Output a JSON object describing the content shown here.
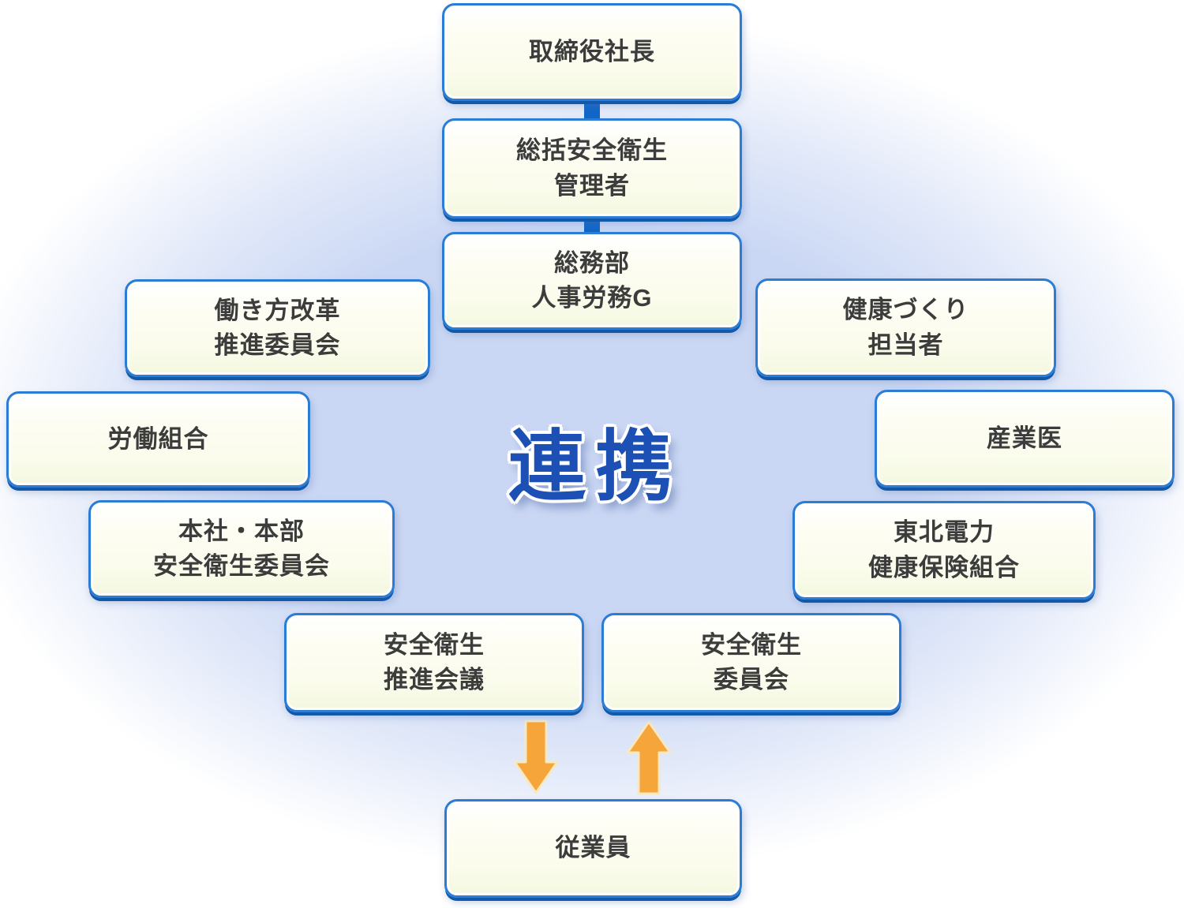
{
  "center_label": {
    "text": "連携"
  },
  "nodes": {
    "president": {
      "line1": "取締役社長",
      "line2": ""
    },
    "general_safety_manager": {
      "line1": "総括安全衛生",
      "line2": "管理者"
    },
    "hr_labor_group": {
      "line1": "総務部",
      "line2": "人事労務G"
    },
    "workstyle_reform_committee": {
      "line1": "働き方改革",
      "line2": "推進委員会"
    },
    "labor_union": {
      "line1": "労働組合",
      "line2": ""
    },
    "hq_safety_health_committee": {
      "line1": "本社・本部",
      "line2": "安全衛生委員会"
    },
    "health_promotion_staff": {
      "line1": "健康づくり",
      "line2": "担当者"
    },
    "occupational_physician": {
      "line1": "産業医",
      "line2": ""
    },
    "tohoku_health_insurance": {
      "line1": "東北電力",
      "line2": "健康保険組合"
    },
    "safety_promotion_council": {
      "line1": "安全衛生",
      "line2": "推進会議"
    },
    "safety_health_committee": {
      "line1": "安全衛生",
      "line2": "委員会"
    },
    "employees": {
      "line1": "従業員",
      "line2": ""
    }
  },
  "palette": {
    "background_glow": "#cad7f4",
    "box_border": "#2b7cd4",
    "box_border_shadow": "#1259aa",
    "box_fill_top": "#ffffff",
    "box_fill_bottom": "#f3f8e0",
    "box_text": "#3c3c3c",
    "connector_blue": "#1166c8",
    "arrow_fill": "#f6a53b",
    "arrow_outline": "#f7e8c2",
    "center_text_blue": "#1c50b5"
  }
}
